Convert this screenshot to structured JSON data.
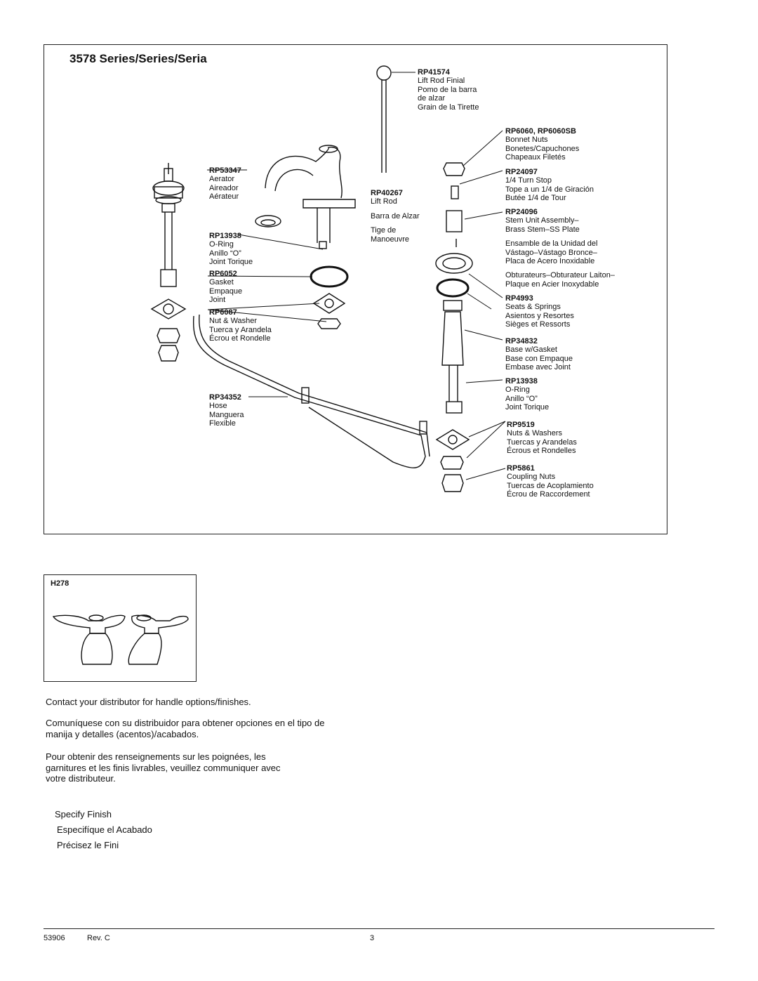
{
  "title": "3578 Series/Series/Seria",
  "parts": {
    "rp41574": {
      "pn": "RP41574",
      "lines": [
        "Lift Rod Finial",
        "Pomo de la barra",
        "de alzar",
        "Grain de la Tirette"
      ]
    },
    "rp6060": {
      "pn": "RP6060, RP6060SB",
      "lines": [
        "Bonnet Nuts",
        "Bonetes/Capuchones",
        "Chapeaux Filetés"
      ]
    },
    "rp53347": {
      "pn": "RP53347",
      "lines": [
        "Aerator",
        "Aireador",
        "Aérateur"
      ]
    },
    "rp24097": {
      "pn": "RP24097",
      "lines": [
        "1/4 Turn Stop",
        "Tope a un 1/4 de Giración",
        "Butée 1/4 de Tour"
      ]
    },
    "rp40267": {
      "pn": "RP40267",
      "lines": [
        "Lift Rod",
        "Barra de Alzar",
        "Tige de",
        "Manoeuvre"
      ]
    },
    "rp24096": {
      "pn": "RP24096",
      "lines": [
        "Stem Unit Assembly–",
        "Brass Stem–SS Plate"
      ],
      "lines2": [
        "Ensamble de la Unidad del",
        "Vástago–Vástago Bronce–",
        "Placa de Acero Inoxidable"
      ],
      "lines3": [
        "Obturateurs–Obturateur Laiton–",
        "Plaque en Acier Inoxydable"
      ]
    },
    "rp13938a": {
      "pn": "RP13938",
      "lines": [
        "O-Ring",
        "Anillo “O”",
        "Joint Torique"
      ]
    },
    "rp6052": {
      "pn": "RP6052",
      "lines": [
        "Gasket",
        "Empaque",
        "Joint"
      ]
    },
    "rp4993": {
      "pn": "RP4993",
      "lines": [
        "Seats & Springs",
        "Asientos y Resortes",
        "Sièges et Ressorts"
      ]
    },
    "rp6087": {
      "pn": "RP6087",
      "lines": [
        "Nut & Washer",
        "Tuerca y Arandela",
        "Écrou et Rondelle"
      ]
    },
    "rp34832": {
      "pn": "RP34832",
      "lines": [
        "Base w/Gasket",
        "Base con Empaque",
        "Embase avec Joint"
      ]
    },
    "rp13938b": {
      "pn": "RP13938",
      "lines": [
        "O-Ring",
        "Anillo “O”",
        "Joint Torique"
      ]
    },
    "rp34352": {
      "pn": "RP34352",
      "lines": [
        "Hose",
        "Manguera",
        "Flexible"
      ]
    },
    "rp9519": {
      "pn": "RP9519",
      "lines": [
        "Nuts & Washers",
        "Tuercas y Arandelas",
        "Écrous et Rondelles"
      ]
    },
    "rp5861": {
      "pn": "RP5861",
      "lines": [
        "Coupling Nuts",
        "Tuercas de Acoplamiento",
        "Écrou de Raccordement"
      ]
    }
  },
  "handle": {
    "label": "H278"
  },
  "paragraphs": {
    "en": "Contact your distributor for handle options/finishes.",
    "es": "Comuníquese con su distribuidor para obtener opciones en el tipo de manija y detalles  (acentos)/acabados.",
    "fr": "Pour obtenir des renseignements sur les poignées, les garnitures et les finis livrables, veuillez communiquer avec votre distributeur."
  },
  "finish": {
    "en": "Specify Finish",
    "es": "Especifíque el Acabado",
    "fr": "Précisez le Fini"
  },
  "footer": {
    "doc": "53906",
    "rev": "Rev. C",
    "page": "3"
  }
}
